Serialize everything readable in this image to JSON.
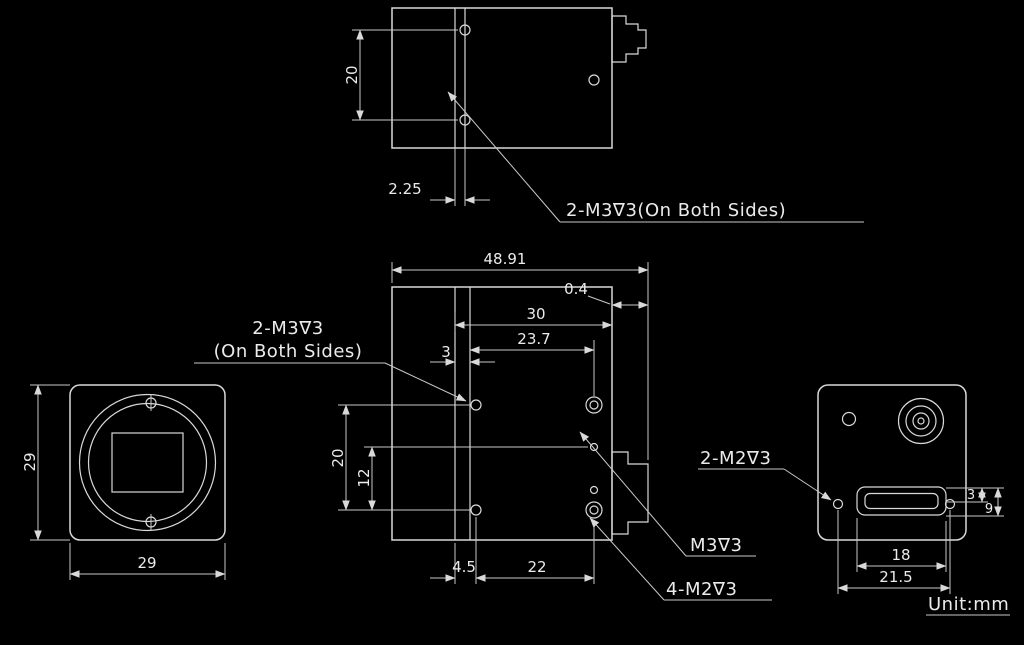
{
  "drawing": {
    "unit_label": "Unit:mm",
    "top_view": {
      "dim_height": "20",
      "dim_offset": "2.25",
      "note_thread": "2-M3∇3(On Both Sides)"
    },
    "side_view": {
      "dim_total_length": "48.91",
      "dim_gap": "0.4",
      "dim_rear": "30",
      "dim_holes": "23.7",
      "dim_front_offset": "3",
      "dim_height_outer": "20",
      "dim_height_inner": "12",
      "dim_bottom_offset": "4.5",
      "dim_bottom_span": "22",
      "note_thread_line1": "2-M3∇3",
      "note_thread_line2": "(On Both Sides)",
      "note_tripod": "M3∇3",
      "note_mount": "4-M2∇3"
    },
    "front_view": {
      "dim_height": "29",
      "dim_width": "29"
    },
    "back_view": {
      "note_thread": "2-M2∇3",
      "dim_small_top": "3",
      "dim_small_bottom": "9",
      "dim_connector_width": "18",
      "dim_hole_span": "21.5"
    }
  },
  "colors": {
    "background": "#000000",
    "line": "#d9d9d9",
    "text": "#ebebeb"
  }
}
